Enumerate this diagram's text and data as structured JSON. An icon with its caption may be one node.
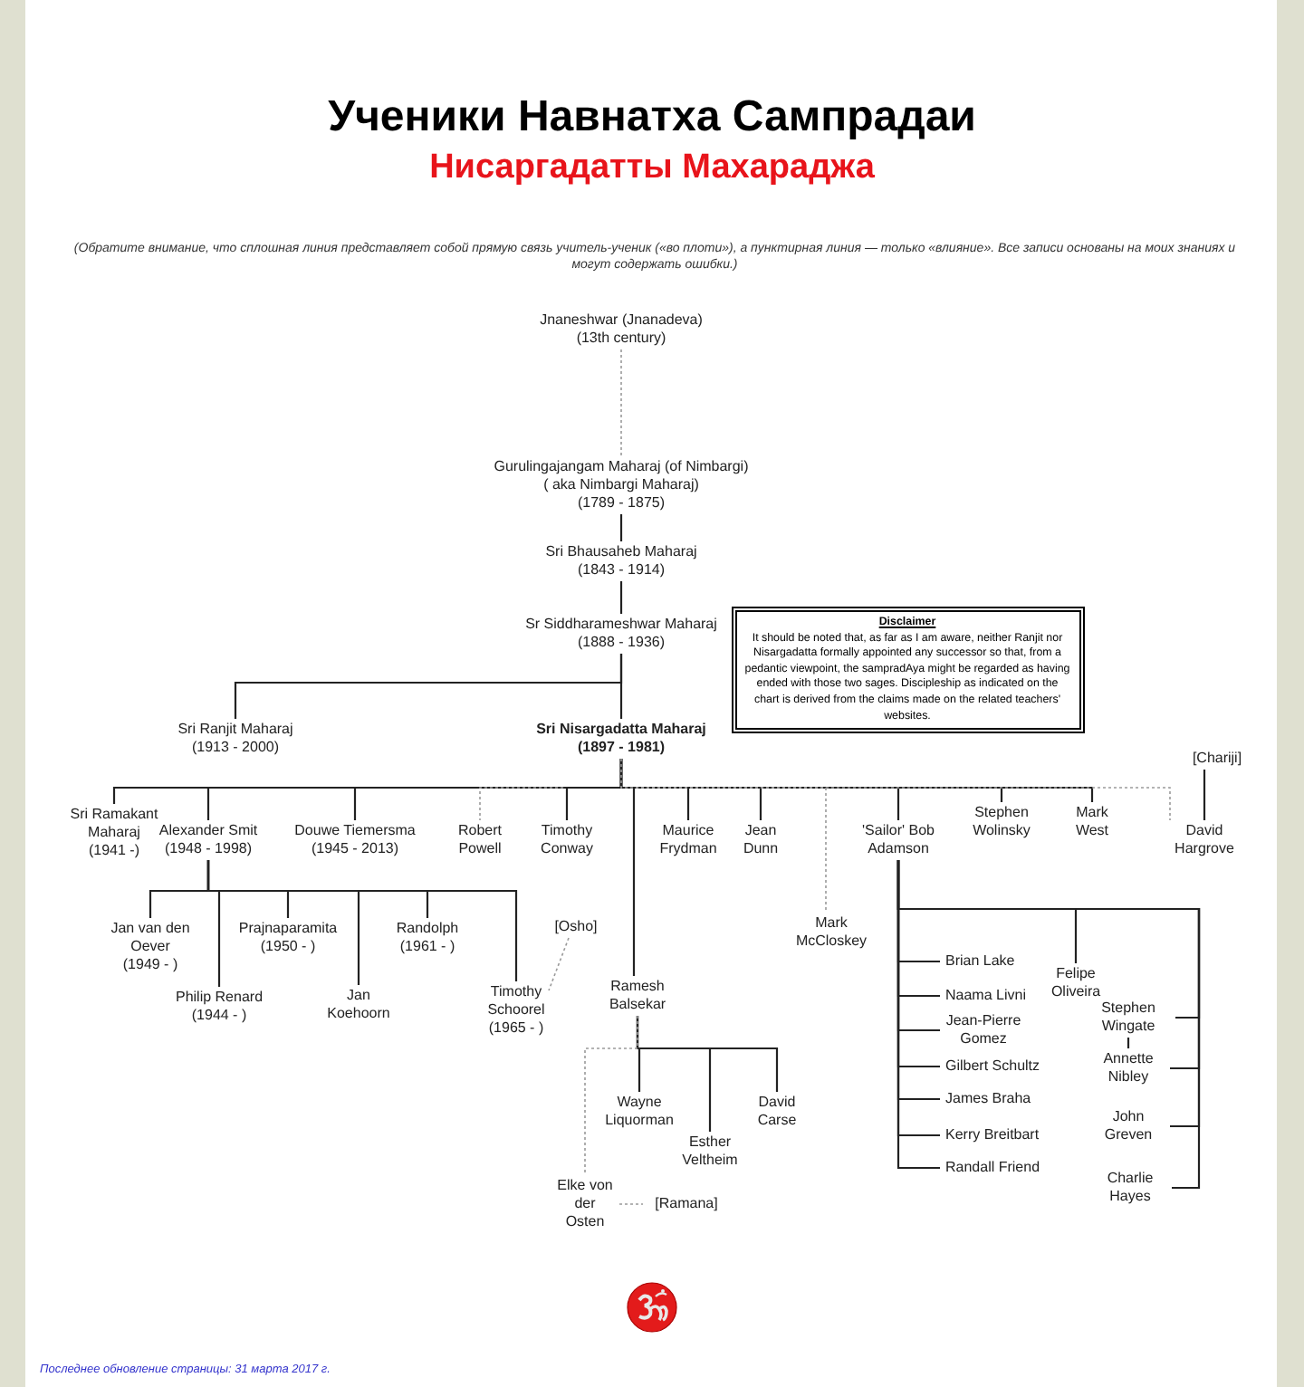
{
  "diagram": {
    "title": "Ученики Навнатха Сампрадаи",
    "nodes": [
      {
        "text": [
          "Jnaneshwar (Jnanadeva)",
          "(13th century)"
        ]
      },
      {
        "text": [
          "Gurulingajangam Maharaj (of Nimbargi)",
          "( aka  Nimbargi Maharaj)",
          "(1789 - 1875)"
        ]
      },
      {
        "text": [
          "Sri Bhausaheb Maharaj",
          "(1843 - 1914)"
        ]
      },
      {
        "text": [
          "Sr Siddharameshwar Maharaj",
          "(1888 - 1936)"
        ]
      },
      {
        "text": [
          "Disclaimer",
          "It should be noted that, as far as I am aware, neither Ranjit nor Nisargadatta formally appointed any successor so that, from a pedantic viewpoint, the sampradAya might be regarded as having ended with those two sages. Discipleship as indicated on the chart is derived from the claims made on the related teachers' websites."
        ]
      },
      {
        "text": [
          "Sri Ranjit Maharaj",
          "(1913 - 2000)"
        ]
      },
      {
        "text": [
          "Sri Nisargadatta Maharaj",
          "(1897 - 1981)"
        ]
      },
      {
        "text": [
          "Sri Ramakant Maharaj",
          "(1941 -)"
        ]
      },
      {
        "text": [
          "Alexander Smit",
          "(1948 - 1998)"
        ]
      },
      {
        "text": [
          "Douwe Tiemersma",
          "(1945 - 2013)"
        ]
      },
      {
        "text": [
          "Robert Powell"
        ]
      },
      {
        "text": [
          "Timothy Conway"
        ]
      },
      {
        "text": [
          "Maurice Frydman"
        ]
      },
      {
        "text": [
          "Jean Dunn"
        ]
      },
      {
        "text": [
          "'Sailor' Bob Adamson"
        ]
      },
      {
        "text": [
          "Stephen Wolinsky"
        ]
      },
      {
        "text": [
          "Mark West"
        ]
      },
      {
        "text": [
          "[Chariji]"
        ]
      },
      {
        "text": [
          "David Hargrove"
        ]
      },
      {
        "text": [
          "Jan van den Oever",
          "(1949 - )"
        ]
      },
      {
        "text": [
          "Philip Renard",
          "(1944 - )"
        ]
      },
      {
        "text": [
          "Prajnaparamita",
          "(1950 - )"
        ]
      },
      {
        "text": [
          "Jan Koehoorn"
        ]
      },
      {
        "text": [
          "Randolph",
          "(1961 - )"
        ]
      },
      {
        "text": [
          "[Osho]"
        ]
      },
      {
        "text": [
          "Timothy Schoorel",
          "(1965 - )"
        ]
      },
      {
        "text": [
          "Ramesh Balsekar"
        ]
      },
      {
        "text": [
          "Mark McCloskey"
        ]
      },
      {
        "text": [
          "Brian Lake"
        ]
      },
      {
        "text": [
          "Naama Livni"
        ]
      },
      {
        "text": [
          "Jean-Pierre Gomez"
        ]
      },
      {
        "text": [
          "Gilbert Schultz"
        ]
      },
      {
        "text": [
          "James Braha"
        ]
      },
      {
        "text": [
          "Kerry Breitbart"
        ]
      },
      {
        "text": [
          "Randall Friend"
        ]
      },
      {
        "text": [
          "Felipe Oliveira"
        ]
      },
      {
        "text": [
          "Stephen Wingate"
        ]
      },
      {
        "text": [
          "Annette Nibley"
        ]
      },
      {
        "text": [
          "John Greven"
        ]
      },
      {
        "text": [
          "Charlie Hayes"
        ]
      },
      {
        "text": [
          "Wayne Liquorman"
        ]
      },
      {
        "text": [
          "Esther Veltheim"
        ]
      },
      {
        "text": [
          "David Carse"
        ]
      },
      {
        "text": [
          "Elke von der Osten"
        ]
      },
      {
        "text": [
          "[Ramana]"
        ]
      }
    ],
    "edges": [
      {
        "from": 0,
        "to": 1,
        "arrow": "none",
        "style": "dashed",
        "color": "#9a9a9a"
      },
      {
        "from": 1,
        "to": 2,
        "arrow": "none"
      },
      {
        "from": 2,
        "to": 3,
        "arrow": "none"
      },
      {
        "from": 3,
        "to": 5,
        "arrow": "none"
      },
      {
        "from": 3,
        "to": 6,
        "arrow": "none"
      },
      {
        "from": 6,
        "to": 7,
        "arrow": "none"
      },
      {
        "from": 6,
        "to": 8,
        "arrow": "none"
      },
      {
        "from": 6,
        "to": 9,
        "arrow": "none"
      },
      {
        "from": 6,
        "to": 10,
        "arrow": "none",
        "style": "dashed",
        "color": "#9a9a9a"
      },
      {
        "from": 6,
        "to": 11,
        "arrow": "none"
      },
      {
        "from": 6,
        "to": 12,
        "arrow": "none"
      },
      {
        "from": 6,
        "to": 13,
        "arrow": "none"
      },
      {
        "from": 6,
        "to": 14,
        "arrow": "none"
      },
      {
        "from": 6,
        "to": 15,
        "arrow": "none"
      },
      {
        "from": 6,
        "to": 16,
        "arrow": "none"
      },
      {
        "from": 6,
        "to": 18,
        "arrow": "none",
        "style": "dashed",
        "color": "#9a9a9a"
      },
      {
        "from": 17,
        "to": 18,
        "arrow": "none"
      },
      {
        "from": 6,
        "to": 26,
        "arrow": "none"
      },
      {
        "from": 6,
        "to": 27,
        "arrow": "none",
        "style": "dashed",
        "color": "#9a9a9a"
      },
      {
        "from": 8,
        "to": 19,
        "arrow": "none"
      },
      {
        "from": 8,
        "to": 20,
        "arrow": "none"
      },
      {
        "from": 8,
        "to": 21,
        "arrow": "none"
      },
      {
        "from": 8,
        "to": 22,
        "arrow": "none"
      },
      {
        "from": 8,
        "to": 23,
        "arrow": "none"
      },
      {
        "from": 8,
        "to": 25,
        "arrow": "none"
      },
      {
        "from": 24,
        "to": 25,
        "arrow": "none",
        "style": "dashed",
        "color": "#9a9a9a"
      },
      {
        "from": 14,
        "to": 28,
        "arrow": "none"
      },
      {
        "from": 14,
        "to": 29,
        "arrow": "none"
      },
      {
        "from": 14,
        "to": 30,
        "arrow": "none"
      },
      {
        "from": 14,
        "to": 31,
        "arrow": "none"
      },
      {
        "from": 14,
        "to": 32,
        "arrow": "none"
      },
      {
        "from": 14,
        "to": 33,
        "arrow": "none"
      },
      {
        "from": 14,
        "to": 34,
        "arrow": "none"
      },
      {
        "from": 14,
        "to": 35,
        "arrow": "none"
      },
      {
        "from": 14,
        "to": 36,
        "arrow": "none"
      },
      {
        "from": 14,
        "to": 37,
        "arrow": "none"
      },
      {
        "from": 14,
        "to": 38,
        "arrow": "none"
      },
      {
        "from": 14,
        "to": 39,
        "arrow": "none"
      },
      {
        "from": 36,
        "to": 37,
        "arrow": "none"
      },
      {
        "from": 26,
        "to": 40,
        "arrow": "none"
      },
      {
        "from": 26,
        "to": 41,
        "arrow": "none"
      },
      {
        "from": 26,
        "to": 42,
        "arrow": "none"
      },
      {
        "from": 26,
        "to": 43,
        "arrow": "none",
        "style": "dashed",
        "color": "#9a9a9a"
      },
      {
        "from": 43,
        "to": 44,
        "arrow": "none",
        "style": "dashed",
        "color": "#9a9a9a"
      }
    ],
    "labels": [
      "Нисаргадатты Махараджа",
      "(Обратите внимание, что сплошная линия представляет собой прямую связь учитель-ученик («во плоти»), а пунктирная линия — только «влияние». Все записи основаны на моих знаниях и могут содержать ошибки.)",
      "Последнее обновление страницы: 31 марта 2017 г."
    ]
  }
}
